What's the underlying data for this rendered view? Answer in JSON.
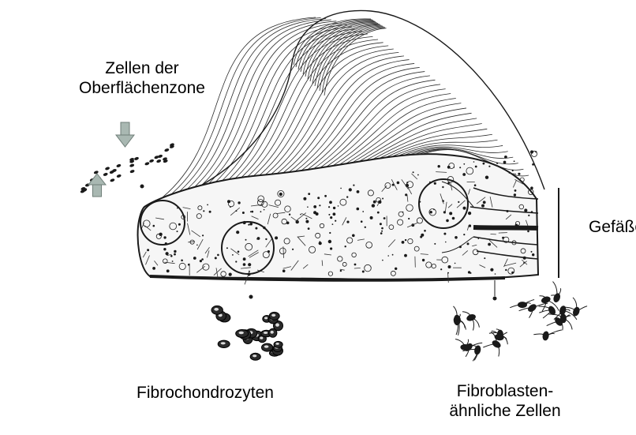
{
  "labels": {
    "surface_zone": [
      "Zellen der",
      "Oberflächenzone"
    ],
    "vessels": "Gefäße",
    "fibrochondrocytes": "Fibrochondrozyten",
    "fibroblast_like": [
      "Fibroblasten-",
      "ähnliche Zellen"
    ]
  },
  "colors": {
    "ink": "#1a1a1a",
    "arrow_fill": "#a9b8b2",
    "background": "#ffffff"
  },
  "icons": {
    "arrows": "down-arrow-icon / up-arrow-icon"
  }
}
